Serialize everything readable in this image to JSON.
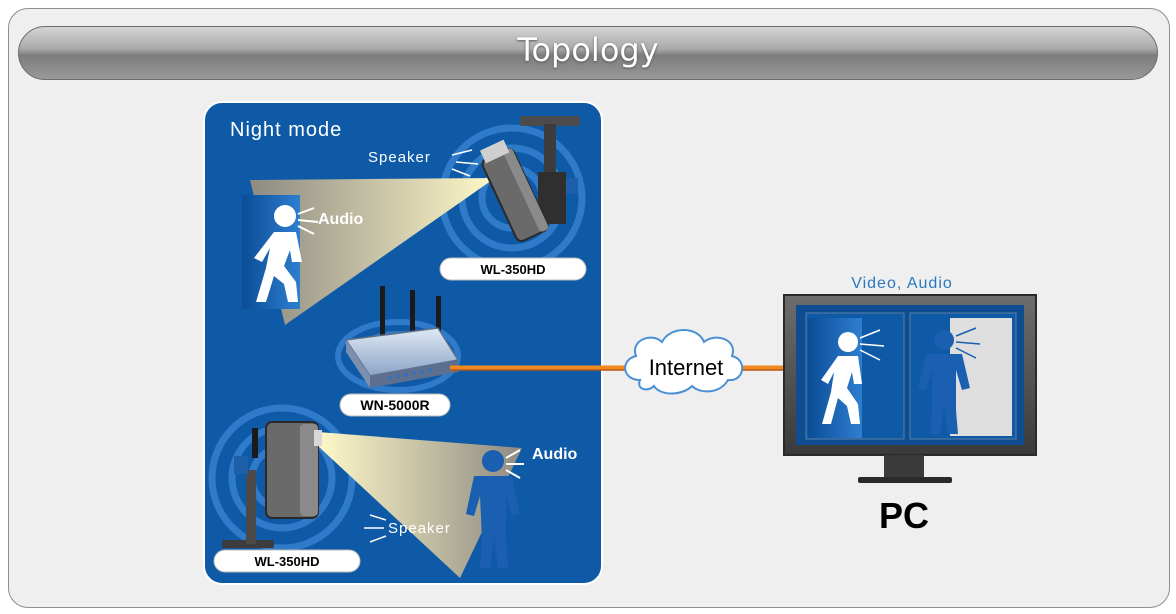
{
  "title": "Topology",
  "night_mode_label": "Night mode",
  "top_camera": {
    "speaker": "Speaker",
    "audio": "Audio",
    "model": "WL-350HD"
  },
  "router": {
    "model": "WN-5000R"
  },
  "bottom_camera": {
    "speaker": "Speaker",
    "audio": "Audio",
    "model": "WL-350HD"
  },
  "cloud_label": "Internet",
  "monitor_caption": "Video, Audio",
  "pc_label": "PC",
  "colors": {
    "panel_blue": "#0e5aa6",
    "cable_orange": "#e87a1a",
    "caption_blue": "#2a78c2",
    "figure_blue": "#1a5fb0"
  }
}
